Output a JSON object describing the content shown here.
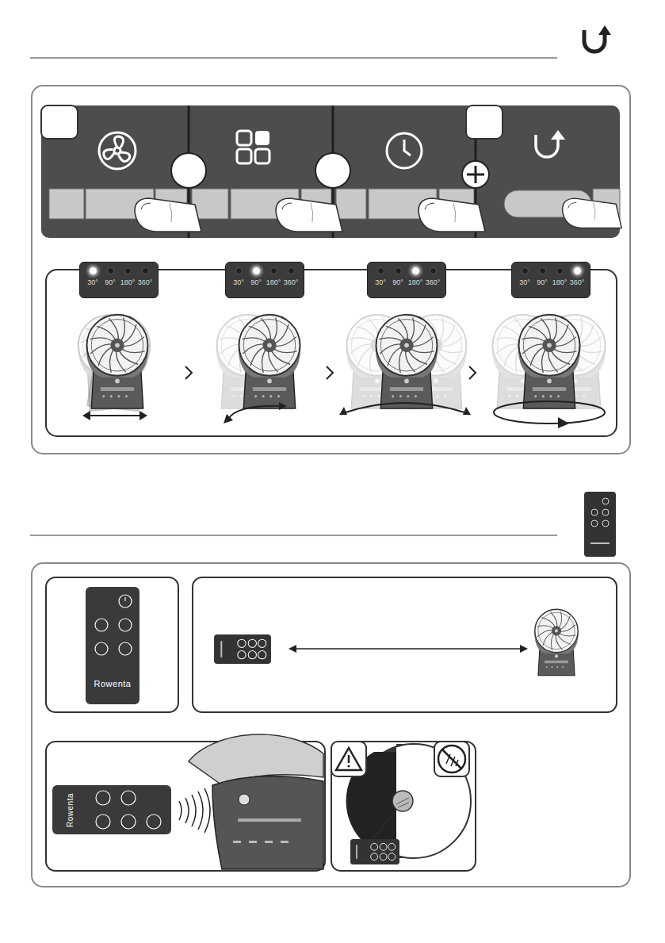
{
  "diagram": {
    "nodes": [
      {
        "text": [
          "30°",
          "90°",
          "180°",
          "360°"
        ]
      },
      {
        "text": [
          "30°",
          "90°",
          "180°",
          "360°"
        ]
      },
      {
        "text": [
          "30°",
          "90°",
          "180°",
          "360°"
        ]
      },
      {
        "text": [
          "30°",
          "90°",
          "180°",
          "360°"
        ]
      }
    ],
    "labels": [
      "Rowenta",
      "Rowenta"
    ]
  }
}
